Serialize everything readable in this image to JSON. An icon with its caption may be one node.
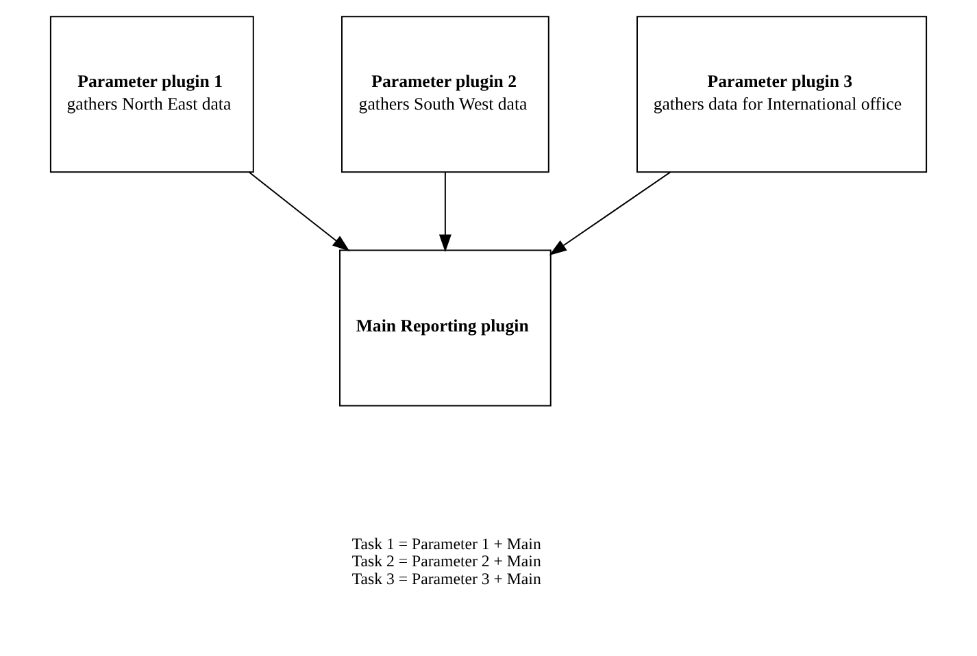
{
  "diagram": {
    "nodes": [
      {
        "text": [
          "Parameter plugin 1",
          "gathers North East data"
        ]
      },
      {
        "text": [
          "Parameter plugin 2",
          "gathers South West data"
        ]
      },
      {
        "text": [
          "Parameter plugin 3",
          "gathers data for International office"
        ]
      },
      {
        "text": [
          "Main Reporting plugin"
        ]
      }
    ],
    "edges": [
      {
        "from": 0,
        "to": 3,
        "arrow": "to"
      },
      {
        "from": 1,
        "to": 3,
        "arrow": "to"
      },
      {
        "from": 2,
        "to": 3,
        "arrow": "to"
      }
    ],
    "labels": [
      "Task 1 = Parameter 1 + Main",
      "Task 2 = Parameter 2 + Main",
      "Task 3 = Parameter 3 + Main"
    ]
  }
}
